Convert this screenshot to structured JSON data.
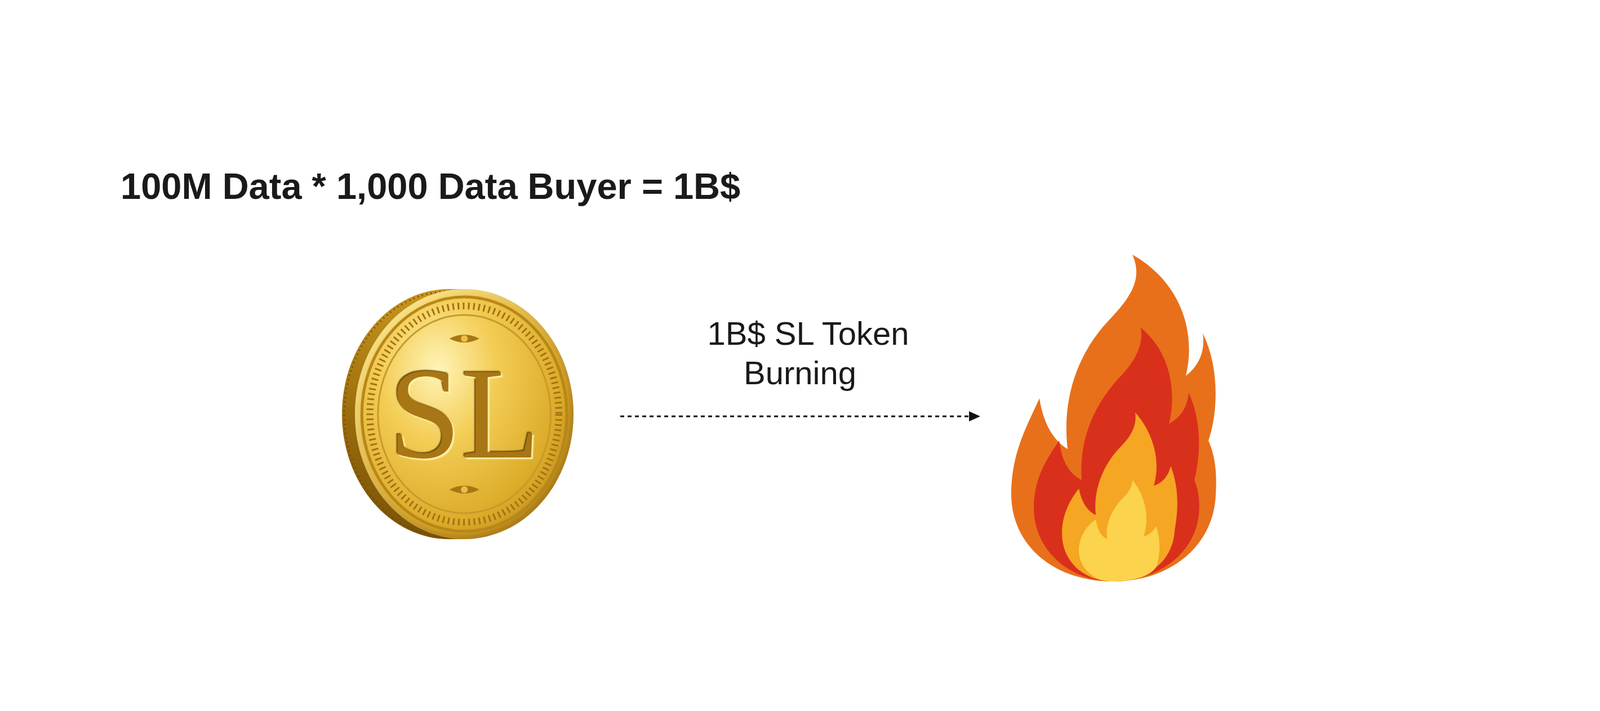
{
  "diagram": {
    "title": "100M Data * 1,000 Data Buyer = 1B$",
    "nodes": [
      {
        "text": [
          "SL"
        ]
      }
    ],
    "labels": [
      "1B$ SL Token Burning"
    ]
  }
}
